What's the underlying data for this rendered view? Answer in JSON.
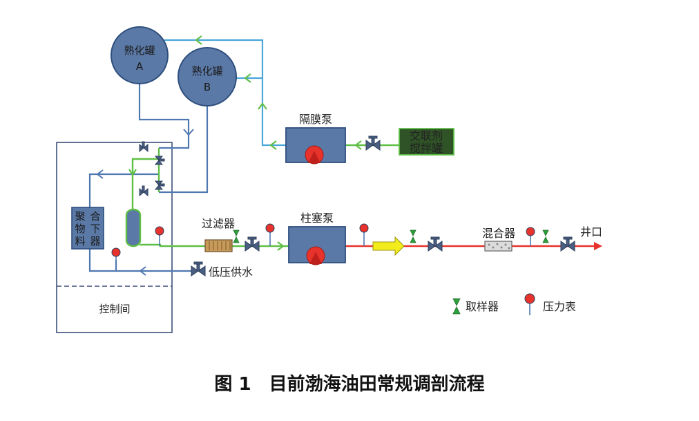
{
  "tanks": {
    "a": {
      "line1": "熟化罐",
      "line2": "A"
    },
    "b": {
      "line1": "熟化罐",
      "line2": "B"
    }
  },
  "equipment": {
    "diaphragm_pump": "隔膜泵",
    "crosslinker_tank": {
      "line1": "交联剂",
      "line2": "搅拌罐"
    },
    "polymer_feed": [
      "聚",
      "合",
      "物",
      "下",
      "料",
      "器"
    ],
    "filter": "过滤器",
    "plunger_pump": "柱塞泵",
    "mixer": "混合器",
    "wellhead": "井口",
    "low_pressure_water": "低压供水",
    "control_room": "控制间"
  },
  "legend": {
    "sampler": "取样器",
    "pressure_gauge": "压力表"
  },
  "caption": "图 1　目前渤海油田常规调剖流程",
  "colors": {
    "blue_line": "#4f78b0",
    "cyan_line": "#49a7d9",
    "green_line": "#5fbf46",
    "red_line": "#e8322c",
    "equipment_fill": "#5b79a6",
    "equipment_stroke": "#2e4f7e"
  }
}
